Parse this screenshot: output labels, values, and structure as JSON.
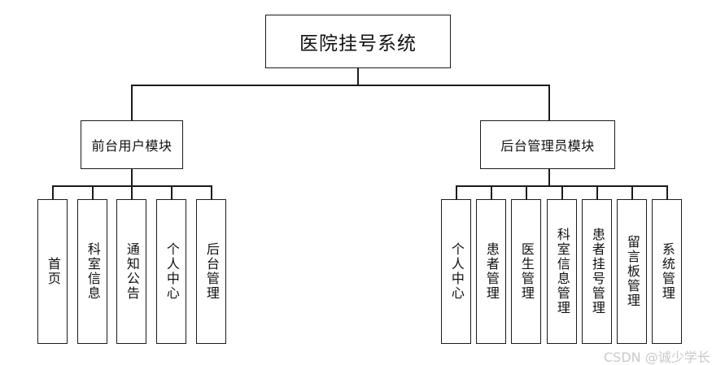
{
  "diagram": {
    "type": "org-chart",
    "title": "医院挂号系统",
    "background": "#ffffff",
    "line_color": "#1b1b1b",
    "root": {
      "label": "医院挂号系统"
    },
    "modules": [
      {
        "id": "front",
        "label": "前台用户模块"
      },
      {
        "id": "admin",
        "label": "后台管理员模块"
      }
    ],
    "front_children": [
      {
        "label": "首页"
      },
      {
        "label": "科室信息"
      },
      {
        "label": "通知公告"
      },
      {
        "label": "个人中心"
      },
      {
        "label": "后台管理"
      }
    ],
    "admin_children": [
      {
        "label": "个人中心"
      },
      {
        "label": "患者管理"
      },
      {
        "label": "医生管理"
      },
      {
        "label": "科室信息管理"
      },
      {
        "label": "患者挂号管理"
      },
      {
        "label": "留言板管理"
      },
      {
        "label": "系统管理"
      }
    ]
  },
  "watermark": {
    "text": "CSDN @诚少学长",
    "color": "#c9c9c9"
  }
}
